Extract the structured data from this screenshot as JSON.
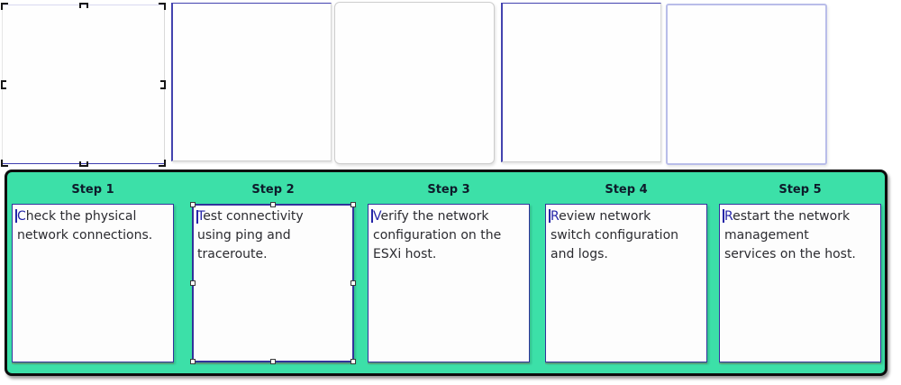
{
  "colors": {
    "panel_green": "#3ce0a8",
    "panel_border": "#0d0d0d",
    "card_border": "#32329b",
    "text_color": "#2b2b30",
    "label_color": "#0e1b2b",
    "caret_color": "#2525a8"
  },
  "steps": [
    {
      "label": "Step 1",
      "text": "Check the physical\nnetwork connections."
    },
    {
      "label": "Step 2",
      "text": "Test connectivity\nusing ping and\ntraceroute."
    },
    {
      "label": "Step 3",
      "text": "Verify the network\nconfiguration on the\nESXi host."
    },
    {
      "label": "Step 4",
      "text": "Review network\nswitch configuration\nand logs."
    },
    {
      "label": "Step 5",
      "text": "Restart the network\nmanagement\nservices on the host."
    }
  ]
}
